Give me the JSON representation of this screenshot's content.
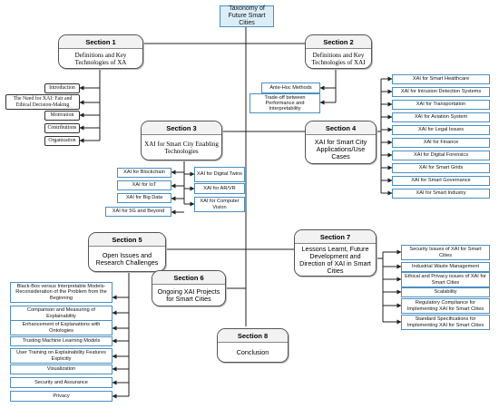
{
  "title": "Taxonomy of Future Smart Cities",
  "sections": [
    {
      "head": "Section 1",
      "body": "Definitions and Key Technologies of XA",
      "items": [
        "Introduction",
        "The Need for XAI: Fair and Ethical Decision-Making",
        "Motivation",
        "Contributions",
        "Organization"
      ]
    },
    {
      "head": "Section 2",
      "body": "Definitions and Key Technologies of XAI",
      "items": [
        "Ante-Hoc Methods",
        "Trade-off between Performance and Interpretability"
      ]
    },
    {
      "head": "Section 3",
      "body": "XAI for Smart City Enabling Technologies",
      "items": [
        "XAI for Blockchain",
        "XAI for IoT",
        "XAI for Big Data",
        "XAI for 5G and Beyond",
        "XAI for Digital Twins",
        "XAI for AR/VR",
        "XAI for Computer Vision"
      ]
    },
    {
      "head": "Section 4",
      "body": "XAI for Smart City Applications/Use Cases",
      "items": [
        "XAI for Smart Healthcare",
        "XAI for Intrusion Detection Systems",
        "XAI for Transportation",
        "XAI for Aviation System",
        "XAI for Legal Issues",
        "XAI for Finance",
        "XAI for Digital Forensics",
        "XAI for Smart Grids",
        "XAI for Smart Governance",
        "XAI for Smart Industry"
      ]
    },
    {
      "head": "Section 5",
      "body": "Open Issues and Research Challenges",
      "items": [
        "Black-Box versus Interpretable Models-Reconsideration of the Problem from the Beginning",
        "Comparison and Measuring of Explainability",
        "Enhancement of Explanations with Ontologies",
        "Trusting Machine Learning Models",
        "User Training on Explainability Features Explicitly",
        "Visualization",
        "Security and Assurance",
        "Privacy"
      ]
    },
    {
      "head": "Section 6",
      "body": "Ongoing XAI Projects for Smart Cities",
      "items": []
    },
    {
      "head": "Section 7",
      "body": "Lessons Learnt, Future Development and Direction of XAI in Smart Cities",
      "items": [
        "Security Issues of XAI for Smart Cities",
        "Industrial Waste Management",
        "Ethical and Privacy issues of XAI for Smart Cities",
        "Scalability",
        "Regulatory Compliance for Implementing XAI for Smart Cities",
        "Standard Specifications for Implementing XAI for Smart Cities"
      ]
    },
    {
      "head": "Section 8",
      "body": "Conclusion",
      "items": []
    }
  ]
}
